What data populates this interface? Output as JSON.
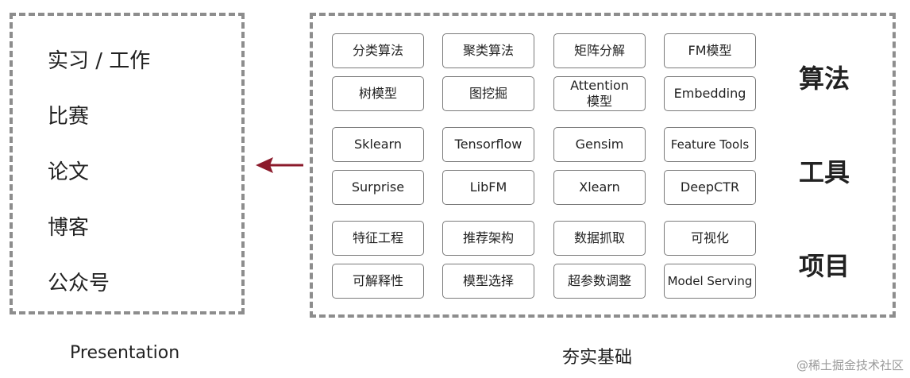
{
  "left_items": [
    "实习 / 工作",
    "比赛",
    "论文",
    "博客",
    "公众号"
  ],
  "grid": [
    [
      "分类算法",
      "聚类算法",
      "矩阵分解",
      "FM模型"
    ],
    [
      "树模型",
      "图挖掘",
      "Attention\n模型",
      "Embedding"
    ],
    [
      "Sklearn",
      "Tensorflow",
      "Gensim",
      "Feature Tools"
    ],
    [
      "Surprise",
      "LibFM",
      "Xlearn",
      "DeepCTR"
    ],
    [
      "特征工程",
      "推荐架构",
      "数据抓取",
      "可视化"
    ],
    [
      "可解释性",
      "模型选择",
      "超参数调整",
      "Model Serving"
    ]
  ],
  "categories": [
    "算法",
    "工具",
    "项目"
  ],
  "captions": {
    "left": "Presentation",
    "right": "夯实基础"
  },
  "watermark": "@稀土掘金技术社区",
  "colors": {
    "arrow": "#8b1a2b",
    "border": "#8d8d8d"
  }
}
